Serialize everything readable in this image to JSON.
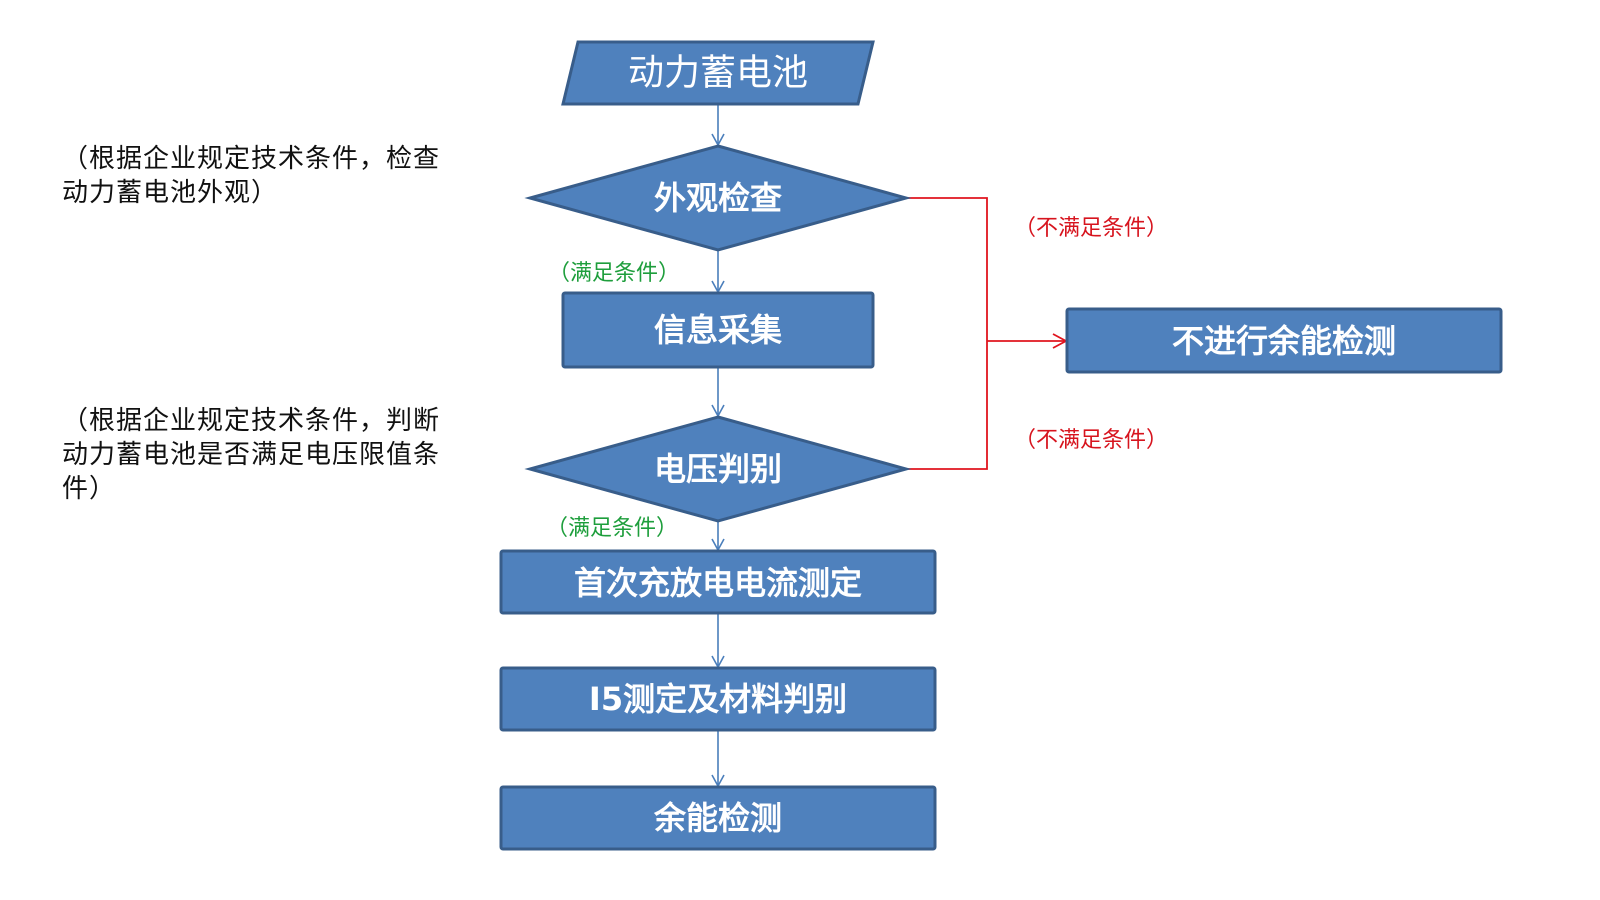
{
  "colors": {
    "node_fill": "#4F81BD",
    "node_stroke": "#385D8A",
    "flow_line": "#4A7EBB",
    "fail_line": "#E0141E",
    "pass_text": "#1E9E3C",
    "fail_text": "#D7141E",
    "note_text": "#111111"
  },
  "nodes": {
    "start": "动力蓄电池",
    "appearance_check": "外观检查",
    "info_collection": "信息采集",
    "voltage_judgment": "电压判别",
    "first_current_measure": "首次充放电电流测定",
    "i5_measure": "I5测定及材料判别",
    "residual_test": "余能检测",
    "no_residual_test": "不进行余能检测"
  },
  "labels": {
    "pass_1": "（满足条件）",
    "pass_2": "（满足条件）",
    "fail_1": "（不满足条件）",
    "fail_2": "（不满足条件）"
  },
  "notes": {
    "appearance_note": "（根据企业规定技术条件，检查动力蓄电池外观）",
    "voltage_note": "（根据企业规定技术条件，判断动力蓄电池是否满足电压限值条件）"
  }
}
